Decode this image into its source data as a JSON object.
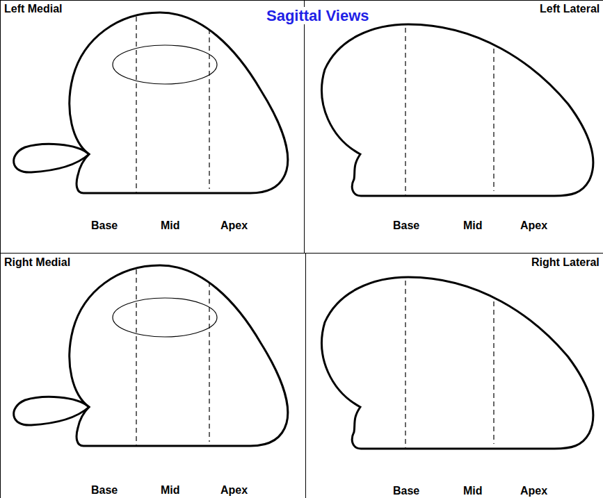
{
  "diagram": {
    "title": "Sagittal Views",
    "labels": [
      "Left Medial",
      "Left Lateral",
      "Base",
      "Mid",
      "Apex",
      "Base",
      "Mid",
      "Apex",
      "Right Medial",
      "Right Lateral",
      "Base",
      "Mid",
      "Apex",
      "Base",
      "Mid",
      "Apex"
    ]
  }
}
